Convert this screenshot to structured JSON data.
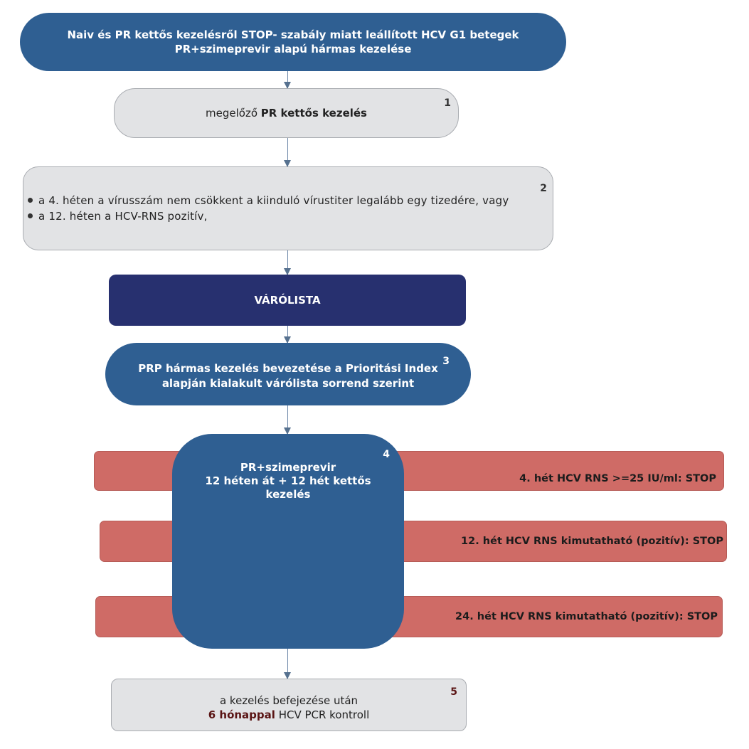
{
  "header": {
    "line1": "Naiv és PR kettős kezelésről STOP- szabály miatt leállított HCV G1 betegek",
    "line2": "PR+szimeprevir alapú hármas kezelése"
  },
  "step1": {
    "number": "1",
    "prefix": "megelőző ",
    "bold": "PR kettős kezelés"
  },
  "step2": {
    "number": "2",
    "items": [
      "a 4. héten a vírusszám nem csökkent a kiinduló vírustiter legalább egy tizedére, vagy",
      "a 12. héten a HCV-RNS pozitív,"
    ]
  },
  "waitlist": {
    "label": "VÁRÓLISTA"
  },
  "step3": {
    "number": "3",
    "line1": "PRP hármas kezelés bevezetése a Prioritási Index",
    "line2": "alapján kialakult várólista sorrend szerint"
  },
  "step4": {
    "number": "4",
    "line1": "PR+szimeprevir",
    "line2": "12 héten át + 12 hét kettős",
    "line3": "kezelés"
  },
  "stop_rules": [
    "4. hét HCV RNS >=25 IU/ml: STOP",
    "12. hét HCV RNS kimutatható (pozitív):  STOP",
    "24. hét HCV RNS kimutatható (pozitív):  STOP"
  ],
  "step5": {
    "number": "5",
    "line1": "a kezelés befejezése után",
    "bold": "6 hónappal",
    "rest": " HCV PCR kontroll"
  },
  "colors": {
    "blue": "#2f5f92",
    "navy": "#27306f",
    "grey": "#e2e3e5",
    "red": "#cf6b66"
  }
}
